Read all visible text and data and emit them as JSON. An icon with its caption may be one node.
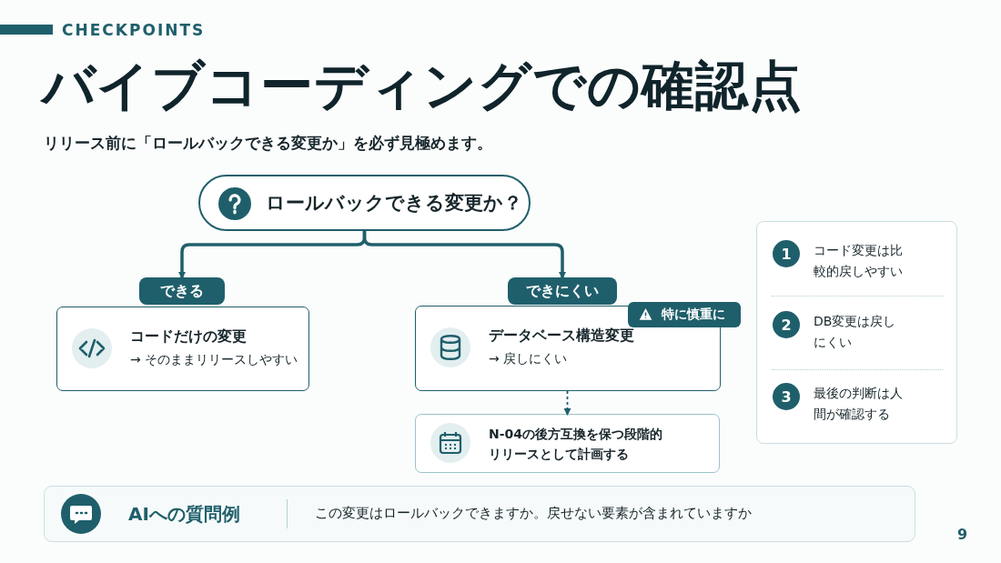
{
  "diagram": {
    "title": "バイブコーディングでの確認点",
    "nodes": [
      {
        "text": [
          "ロールバックできる変更か？"
        ]
      },
      {
        "text": [
          "できる"
        ]
      },
      {
        "text": [
          "できにくい"
        ]
      },
      {
        "text": [
          "コードだけの変更",
          "→ そのままリリースしやすい"
        ]
      },
      {
        "text": [
          "データベース構造変更",
          "→ 戻しにくい"
        ]
      },
      {
        "text": [
          "特に慎重に"
        ]
      },
      {
        "text": [
          "N-04の後方互換を保つ段階的リリースとして計画する"
        ]
      },
      {
        "text": [],
        "shape": "box"
      },
      {
        "text": [
          "1"
        ],
        "in": 7
      },
      {
        "text": [
          "コード変更は比較的戻しやすい"
        ],
        "in": 7
      },
      {
        "text": [
          "2"
        ],
        "in": 7
      },
      {
        "text": [
          "DB変更は戻しにくい"
        ],
        "in": 7
      },
      {
        "text": [
          "3"
        ],
        "in": 7
      },
      {
        "text": [
          "最後の判断は人間が確認する"
        ],
        "in": 7
      },
      {
        "text": [
          "AIへの質問例",
          "この変更はロールバックできますか。戻せない要素が含まれていますか"
        ]
      }
    ],
    "edges": [
      {
        "from": 0,
        "to": 1,
        "arrow": "to"
      },
      {
        "from": 0,
        "to": 2,
        "arrow": "to"
      },
      {
        "from": 4,
        "to": 6,
        "arrow": "to",
        "style": "dashed"
      }
    ],
    "labels": [
      "CHECKPOINTS",
      "リリース前に「ロールバックできる変更か」を必ず見極めます。",
      "9"
    ]
  }
}
